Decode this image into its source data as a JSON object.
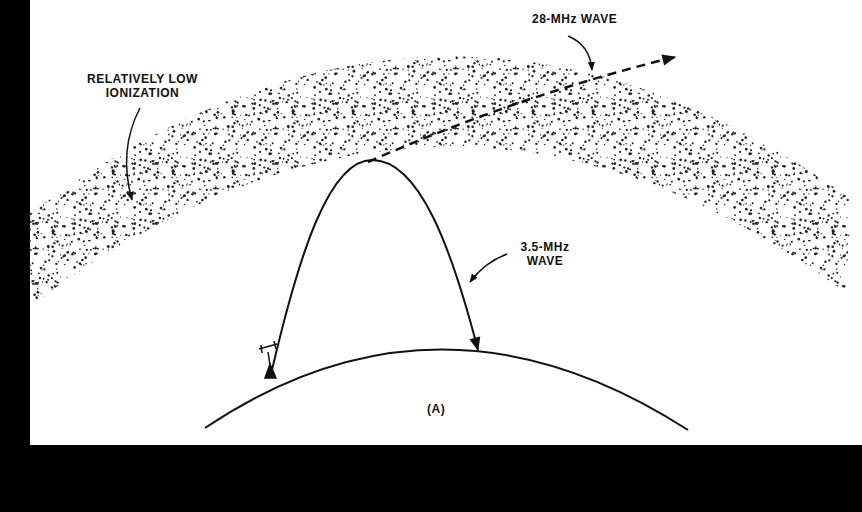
{
  "diagram": {
    "labels": [
      "28-MHz WAVE",
      "RELATIVELY LOW IONIZATION",
      "3.5-MHz WAVE",
      "(A)"
    ]
  }
}
